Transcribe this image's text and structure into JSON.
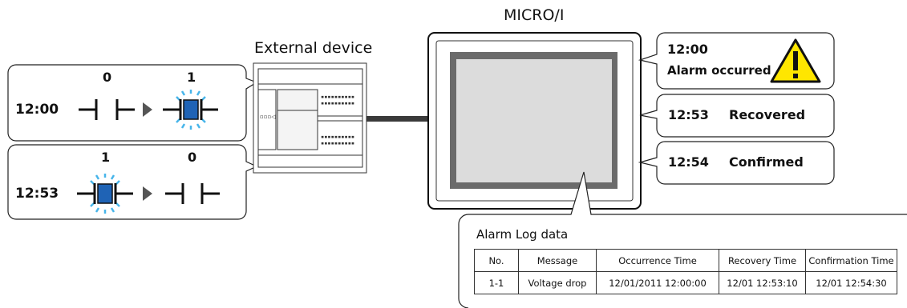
{
  "device_label": "External device",
  "hmi_label": "MICRO/I",
  "ladder": [
    {
      "time": "12:00",
      "from_state": "0",
      "to_state": "1"
    },
    {
      "time": "12:53",
      "from_state": "1",
      "to_state": "0"
    }
  ],
  "alarm_events": [
    {
      "time": "12:00",
      "text": "Alarm occurred"
    },
    {
      "time": "12:53",
      "text": "Recovered"
    },
    {
      "time": "12:54",
      "text": "Confirmed"
    }
  ],
  "alarm_log": {
    "title": "Alarm Log data",
    "headers": [
      "No.",
      "Message",
      "Occurrence Time",
      "Recovery Time",
      "Confirmation Time"
    ],
    "rows": [
      [
        "1-1",
        "Voltage drop",
        "12/01/2011 12:00:00",
        "12/01 12:53:10",
        "12/01 12:54:30"
      ]
    ]
  },
  "colors": {
    "lamp_on": "#1f63b5",
    "lamp_glow": "#47b5ea",
    "screen": "#dcdcdc",
    "bezel": "#6b6b6b",
    "warning": "#ffe600",
    "cable": "#3a3a3a"
  }
}
